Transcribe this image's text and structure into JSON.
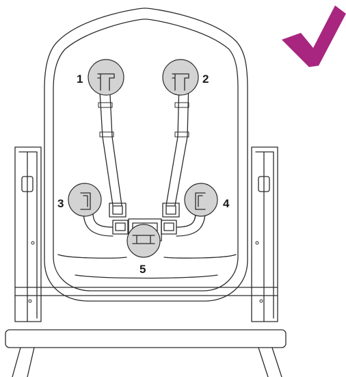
{
  "diagram": {
    "accent_color": "#a8267f",
    "highlight_color": "#d3d3d3",
    "status_icon": "checkmark-icon",
    "callouts": [
      {
        "id": "1",
        "label": "1"
      },
      {
        "id": "2",
        "label": "2"
      },
      {
        "id": "3",
        "label": "3"
      },
      {
        "id": "4",
        "label": "4"
      },
      {
        "id": "5",
        "label": "5"
      }
    ]
  }
}
